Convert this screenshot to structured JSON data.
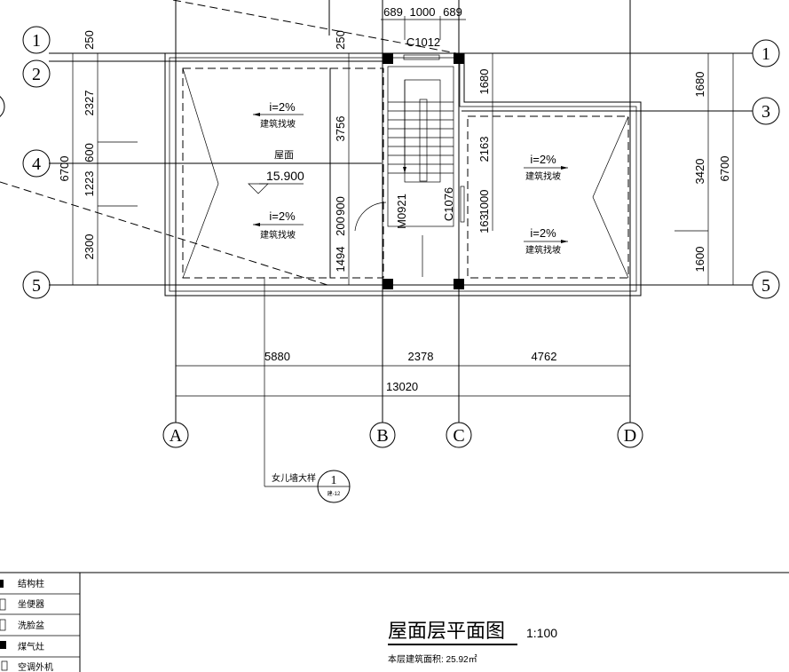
{
  "drawing": {
    "title": "屋面层平面图",
    "scale": "1:100",
    "area_label": "本层建筑面积: 25.92㎡",
    "roof_label": "屋面",
    "elevation": "15.900",
    "slope_labels": [
      {
        "slope": "i=2%",
        "note": "建筑找坡"
      },
      {
        "slope": "i=2%",
        "note": "建筑找坡"
      },
      {
        "slope": "i=2%",
        "note": "建筑找坡"
      },
      {
        "slope": "i=2%",
        "note": "建筑找坡"
      }
    ],
    "window_tags": [
      "C1012",
      "C1076"
    ],
    "door_tags": [
      "M0921"
    ],
    "detail_callout": {
      "label": "女儿墙大样",
      "number": "1",
      "sheet": "建-12"
    }
  },
  "axes": {
    "left": [
      "1",
      "2",
      "4",
      "5"
    ],
    "right": [
      "1",
      "3",
      "5"
    ],
    "bottom": [
      "A",
      "B",
      "C",
      "D"
    ]
  },
  "dimensions": {
    "top": [
      "689",
      "1000",
      "689"
    ],
    "left_total": "6700",
    "left": [
      "250",
      "2327",
      "600",
      "1223",
      "2300"
    ],
    "inner_left": [
      "250",
      "3756",
      "900",
      "200",
      "1494"
    ],
    "stair_right": [
      "1680",
      "2163",
      "1000",
      "163"
    ],
    "right": [
      "1680",
      "3420",
      "1600"
    ],
    "right_total": "6700",
    "bottom": [
      "5880",
      "2378",
      "4762"
    ],
    "bottom_total": "13020"
  },
  "legend": [
    "结构柱",
    "坐便器",
    "洗脸盆",
    "煤气灶",
    "空调外机"
  ]
}
